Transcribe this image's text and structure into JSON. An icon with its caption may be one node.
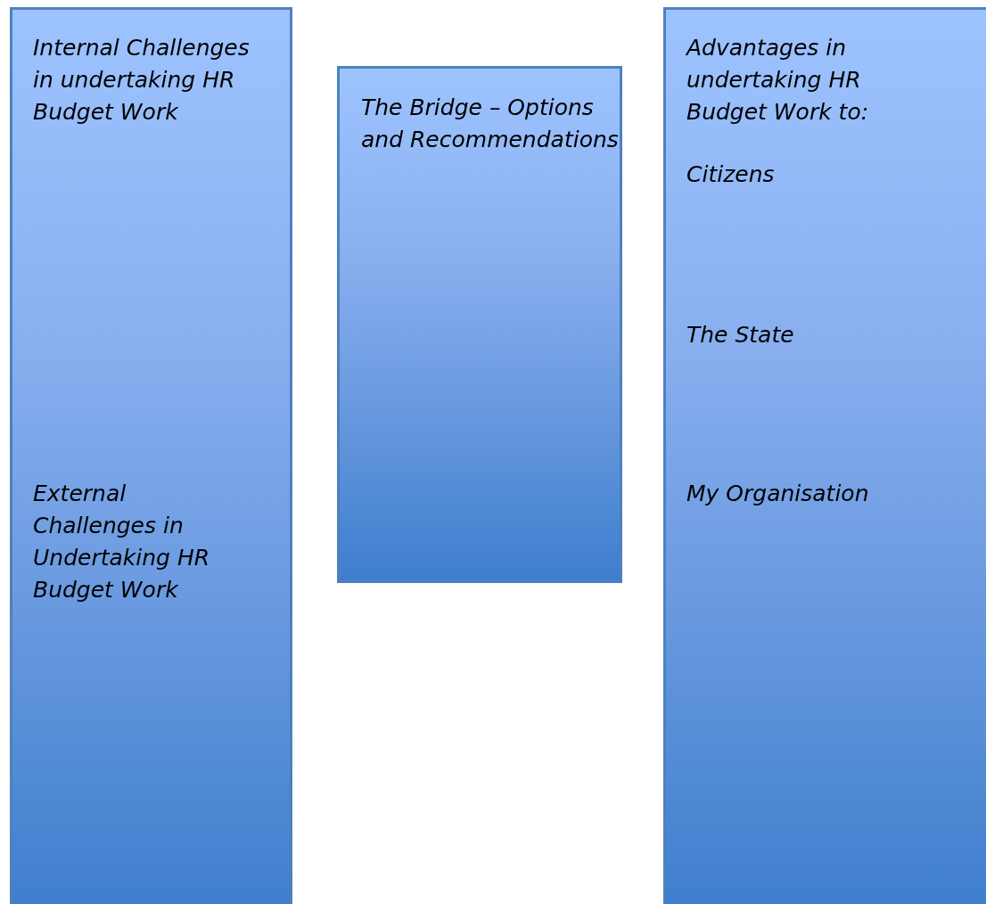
{
  "diagram": {
    "nodes": [
      {
        "text": [
          "Internal Challenges in undertaking HR Budget Work",
          "External Challenges in Undertaking HR Budget Work"
        ]
      },
      {
        "text": [
          "The Bridge – Options and Recommendations"
        ]
      },
      {
        "text": [
          "Advantages in undertaking HR Budget Work to:",
          "Citizens",
          "The State",
          "My Organisation"
        ]
      }
    ]
  }
}
